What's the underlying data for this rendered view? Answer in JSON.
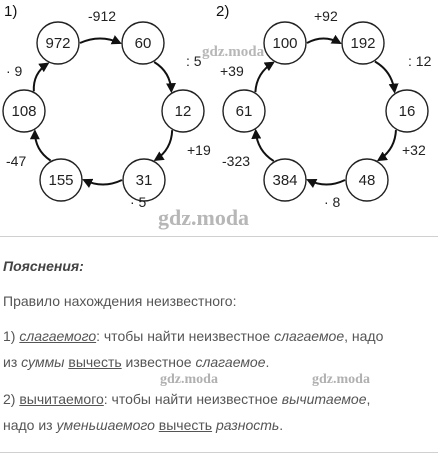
{
  "diagram1": {
    "label": "1)",
    "nodes": [
      "972",
      "60",
      "12",
      "31",
      "155",
      "108"
    ],
    "ops": [
      "-912",
      ": 5",
      "+19",
      "· 5",
      "-47",
      "· 9"
    ]
  },
  "diagram2": {
    "label": "2)",
    "nodes": [
      "100",
      "192",
      "16",
      "48",
      "384",
      "61"
    ],
    "ops": [
      "+92",
      ": 12",
      "+32",
      "· 8",
      "-323",
      "+39"
    ]
  },
  "watermark": "gdz.moda",
  "explanation": {
    "heading": "Пояснения:",
    "rule_title": "Правило нахождения неизвестного:",
    "item1": {
      "num": "1)",
      "term": "слагаемого",
      "colon": ":",
      "t1": " чтобы найти неизвестное ",
      "w1": "слагаемое",
      "t2": ", надо",
      "t3": "из ",
      "w2": "суммы",
      "t4": " ",
      "w3": "вычесть",
      "t5": " известное ",
      "w4": "слагаемое",
      "t6": "."
    },
    "item2": {
      "num": "2)",
      "term": "вычитаемого",
      "colon": ":",
      "t1": " чтобы найти неизвестное ",
      "w1": "вычитаемое",
      "t2": ",",
      "t3": "надо из ",
      "w2": "уменьшаемого",
      "t4": " ",
      "w3": "вычесть",
      "t5": " ",
      "w4": "разность",
      "t6": "."
    }
  }
}
